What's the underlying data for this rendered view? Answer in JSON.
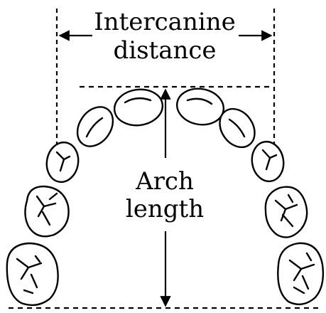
{
  "diagram": {
    "top_label": {
      "line1": "Intercanine",
      "line2": "distance"
    },
    "center_label": {
      "line1": "Arch",
      "line2": "length"
    },
    "colors": {
      "ink": "#000000",
      "background": "#ffffff"
    }
  }
}
